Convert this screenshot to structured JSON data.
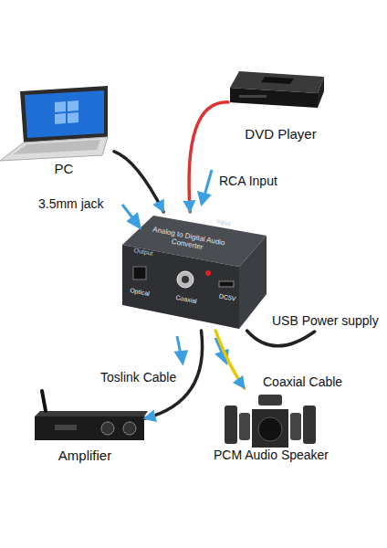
{
  "diagram": {
    "nodes": [
      {
        "text": [
          "PC"
        ]
      },
      {
        "text": [
          "DVD Player"
        ]
      },
      {
        "text": [
          "Analog to Digital Audio Converter",
          "Input",
          "Output",
          "Optical",
          "Coaxial",
          "DC5V"
        ]
      },
      {
        "text": [
          "USB Power supply"
        ]
      },
      {
        "text": [
          "Amplifier"
        ]
      },
      {
        "text": [
          "PCM Audio Speaker"
        ]
      }
    ],
    "edges": [
      {
        "from": 0,
        "to": 2,
        "label": "3.5mm jack",
        "arrow": "to"
      },
      {
        "from": 1,
        "to": 2,
        "label": "RCA Input",
        "arrow": "to"
      },
      {
        "from": 3,
        "to": 2,
        "arrow": "none"
      },
      {
        "from": 2,
        "to": 4,
        "label": "Toslink Cable",
        "arrow": "to"
      },
      {
        "from": 2,
        "to": 5,
        "label": "Coaxial Cable",
        "arrow": "to"
      }
    ]
  }
}
